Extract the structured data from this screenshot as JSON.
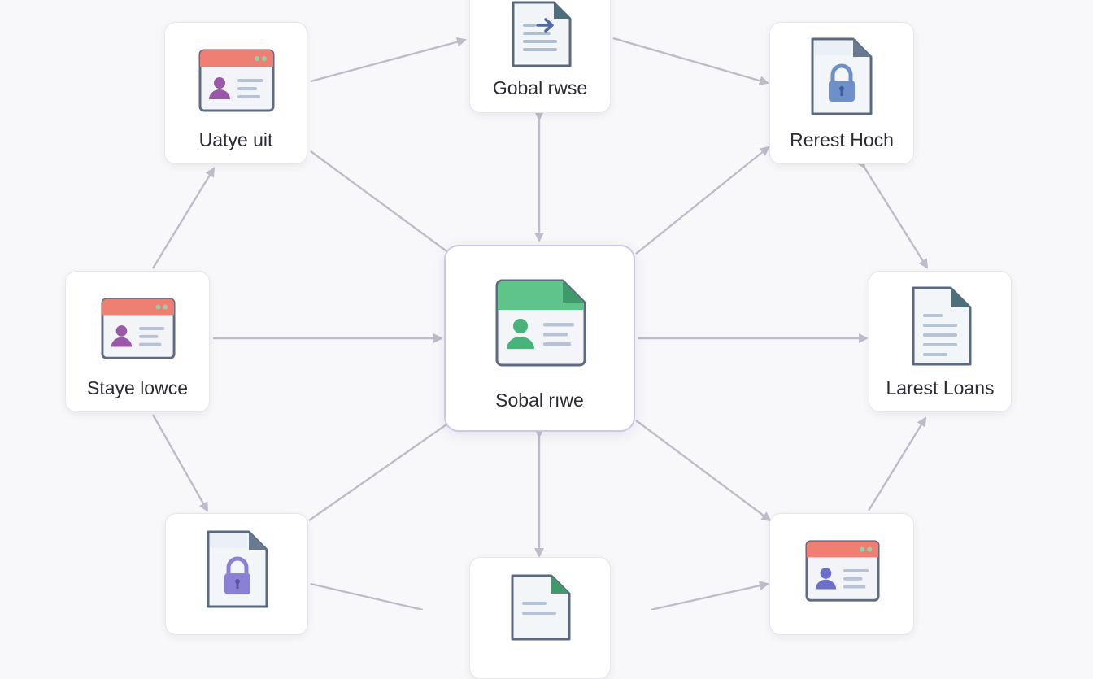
{
  "colors": {
    "edge": "#bdbdc9",
    "card_header_red": "#ef7f72",
    "card_header_green": "#5ec48a",
    "person_purple": "#9a58a8",
    "person_green": "#48b37a",
    "person_blue": "#6b6fc8",
    "lock_blue": "#6f8fca",
    "lock_purple": "#8a80d6",
    "doc_outline": "#596a80",
    "doc_fold_teal": "#4d6f7a",
    "doc_fold_slate": "#687a91"
  },
  "nodes": {
    "center": {
      "label": "Sobal rıwe",
      "icon": "profile-card-green-icon"
    },
    "top": {
      "label": "Gobal rwse",
      "icon": "document-arrow-icon"
    },
    "top_left": {
      "label": "Uatye uit",
      "icon": "profile-card-red-icon"
    },
    "top_right": {
      "label": "Rerest Hoch",
      "icon": "document-lock-icon"
    },
    "left": {
      "label": "Staye lowce",
      "icon": "profile-card-red-icon"
    },
    "right": {
      "label": "Larest Loans",
      "icon": "document-lines-icon"
    },
    "bottom_left": {
      "label": "",
      "icon": "document-lock-icon"
    },
    "bottom": {
      "label": "",
      "icon": "document-green-icon"
    },
    "bottom_right": {
      "label": "",
      "icon": "profile-card-red-icon"
    }
  }
}
